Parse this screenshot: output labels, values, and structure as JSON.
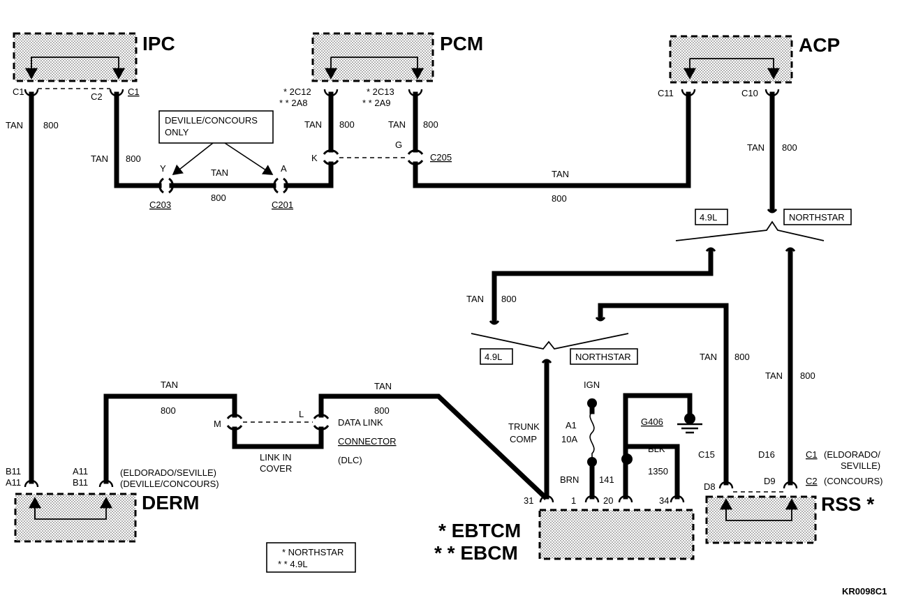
{
  "modules": {
    "ipc": "IPC",
    "pcm": "PCM",
    "acp": "ACP",
    "derm": "DERM",
    "rss": "RSS *",
    "ebtcm": "* EBTCM",
    "ebcm": "* * EBCM"
  },
  "pins": {
    "ipc_c1": "C1",
    "ipc_c2": "C2",
    "ipc_c1b": "C1",
    "pcm_2c12": "* 2C12",
    "pcm_2a8": "* * 2A8",
    "pcm_2c13": "* 2C13",
    "pcm_2a9": "* * 2A9",
    "acp_c11": "C11",
    "acp_c10": "C10",
    "derm_b11": "B11",
    "derm_a11": "A11",
    "derm_a11b": "A11",
    "derm_b11b": "B11",
    "eb_31": "31",
    "eb_1": "1",
    "eb_20": "20",
    "eb_34": "34",
    "rss_d8": "D8",
    "rss_d9": "D9",
    "rss_c15": "C15",
    "rss_d16": "D16",
    "rss_c1": "C1",
    "rss_c2": "C2",
    "k": "K",
    "g": "G",
    "y": "Y",
    "a": "A",
    "m": "M",
    "l": "L"
  },
  "connectors": {
    "c203": "C203",
    "c201": "C201",
    "c205": "C205",
    "g406": "G406"
  },
  "wires": {
    "tan": "TAN",
    "n800": "800",
    "brn": "BRN",
    "n141": "141",
    "blk": "BLK",
    "n1350": "1350"
  },
  "labels": {
    "deville_only_1": "DEVILLE/CONCOURS",
    "deville_only_2": "ONLY",
    "northstar": "NORTHSTAR",
    "l49": "4.9L",
    "dlc_1": "DATA LINK",
    "dlc_2": "CONNECTOR",
    "dlc_3": "(DLC)",
    "link_1": "LINK IN",
    "link_2": "COVER",
    "trunk_1": "TRUNK",
    "trunk_2": "COMP",
    "ign": "IGN",
    "fuse_1": "A1",
    "fuse_2": "10A",
    "eldorado_seville": "(ELDORADO/SEVILLE)",
    "deville_concours": "(DEVILLE/CONCOURS)",
    "rss_eld_1": "(ELDORADO/",
    "rss_eld_2": "SEVILLE)",
    "rss_conc": "(CONCOURS)",
    "legend_1": "* NORTHSTAR",
    "legend_2": "* * 4.9L",
    "figure_id": "KR0098C1"
  }
}
